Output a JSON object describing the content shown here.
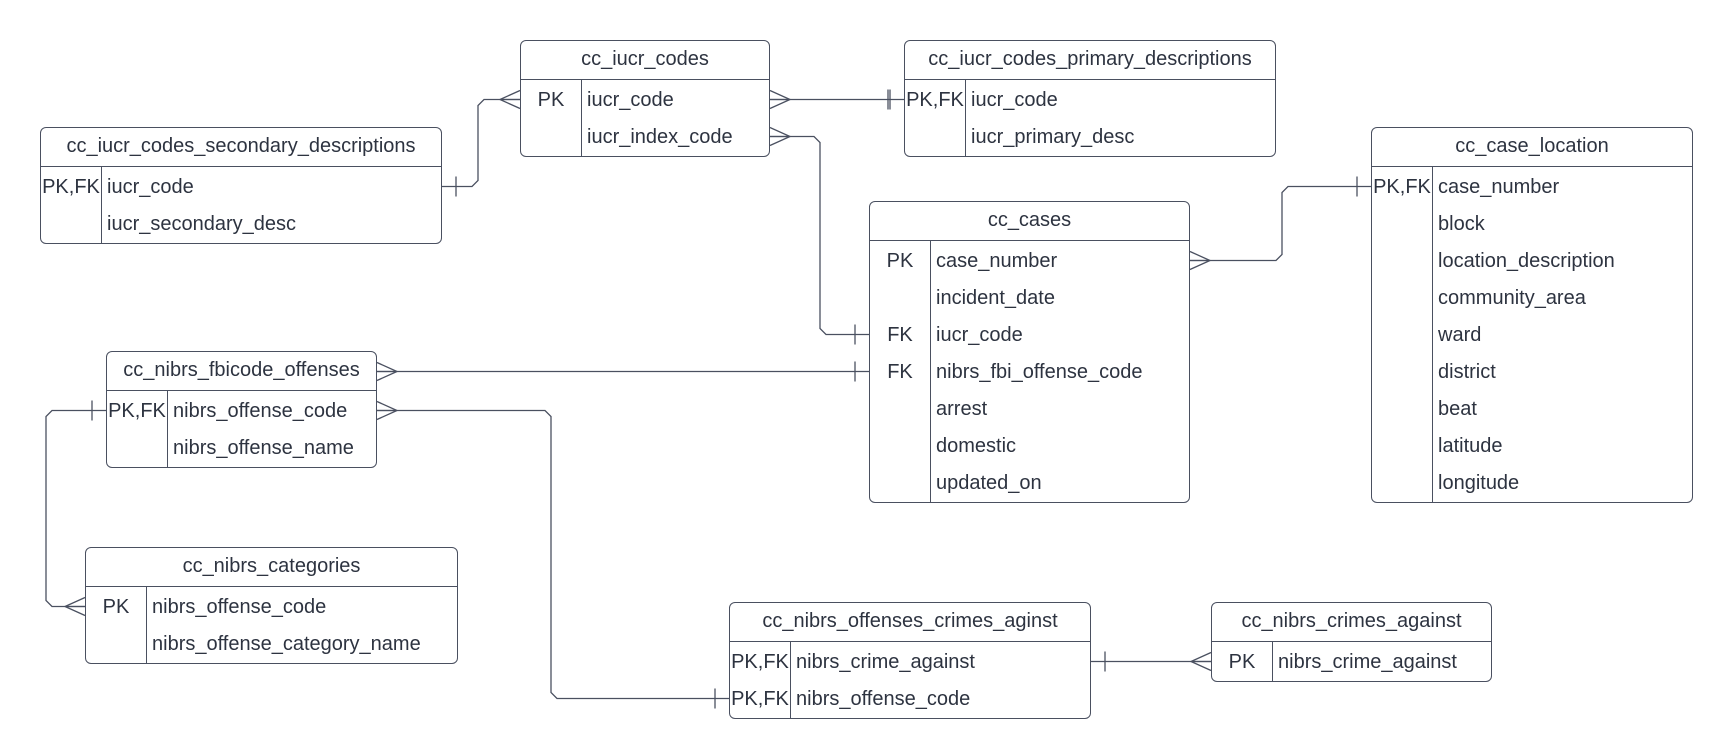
{
  "diagram": {
    "entities": [
      {
        "id": "cc_iucr_codes",
        "title": "cc_iucr_codes",
        "rows": [
          {
            "key": "PK",
            "name": "iucr_code"
          },
          {
            "key": "",
            "name": "iucr_index_code"
          }
        ]
      },
      {
        "id": "cc_iucr_codes_primary_descriptions",
        "title": "cc_iucr_codes_primary_descriptions",
        "rows": [
          {
            "key": "PK,FK",
            "name": "iucr_code"
          },
          {
            "key": "",
            "name": "iucr_primary_desc"
          }
        ]
      },
      {
        "id": "cc_iucr_codes_secondary_descriptions",
        "title": "cc_iucr_codes_secondary_descriptions",
        "rows": [
          {
            "key": "PK,FK",
            "name": "iucr_code"
          },
          {
            "key": "",
            "name": "iucr_secondary_desc"
          }
        ]
      },
      {
        "id": "cc_cases",
        "title": "cc_cases",
        "rows": [
          {
            "key": "PK",
            "name": "case_number"
          },
          {
            "key": "",
            "name": "incident_date"
          },
          {
            "key": "FK",
            "name": "iucr_code"
          },
          {
            "key": "FK",
            "name": "nibrs_fbi_offense_code"
          },
          {
            "key": "",
            "name": "arrest"
          },
          {
            "key": "",
            "name": "domestic"
          },
          {
            "key": "",
            "name": "updated_on"
          }
        ]
      },
      {
        "id": "cc_case_location",
        "title": "cc_case_location",
        "rows": [
          {
            "key": "PK,FK",
            "name": "case_number"
          },
          {
            "key": "",
            "name": "block"
          },
          {
            "key": "",
            "name": "location_description"
          },
          {
            "key": "",
            "name": "community_area"
          },
          {
            "key": "",
            "name": "ward"
          },
          {
            "key": "",
            "name": "district"
          },
          {
            "key": "",
            "name": "beat"
          },
          {
            "key": "",
            "name": "latitude"
          },
          {
            "key": "",
            "name": "longitude"
          }
        ]
      },
      {
        "id": "cc_nibrs_fbicode_offenses",
        "title": "cc_nibrs_fbicode_offenses",
        "rows": [
          {
            "key": "PK,FK",
            "name": "nibrs_offense_code"
          },
          {
            "key": "",
            "name": "nibrs_offense_name"
          }
        ]
      },
      {
        "id": "cc_nibrs_categories",
        "title": "cc_nibrs_categories",
        "rows": [
          {
            "key": "PK",
            "name": "nibrs_offense_code"
          },
          {
            "key": "",
            "name": "nibrs_offense_category_name"
          }
        ]
      },
      {
        "id": "cc_nibrs_offenses_crimes_aginst",
        "title": "cc_nibrs_offenses_crimes_aginst",
        "rows": [
          {
            "key": "PK,FK",
            "name": "nibrs_crime_against"
          },
          {
            "key": "PK,FK",
            "name": "nibrs_offense_code"
          }
        ]
      },
      {
        "id": "cc_nibrs_crimes_against",
        "title": "cc_nibrs_crimes_against",
        "rows": [
          {
            "key": "PK",
            "name": "nibrs_crime_against"
          }
        ]
      }
    ],
    "relationships": [
      {
        "from": "cc_iucr_codes.iucr_code",
        "to": "cc_iucr_codes_primary_descriptions.iucr_code",
        "from_end": "many",
        "to_end": "one"
      },
      {
        "from": "cc_iucr_codes_secondary_descriptions.iucr_code",
        "to": "cc_iucr_codes.iucr_code",
        "from_end": "one",
        "to_end": "many"
      },
      {
        "from": "cc_iucr_codes.iucr_index_code",
        "to": "cc_cases.iucr_code",
        "from_end": "many",
        "to_end": "one"
      },
      {
        "from": "cc_cases.case_number",
        "to": "cc_case_location.case_number",
        "from_end": "many",
        "to_end": "one"
      },
      {
        "from": "cc_nibrs_fbicode_offenses",
        "to": "cc_cases.nibrs_fbi_offense_code",
        "from_end": "many",
        "to_end": "one"
      },
      {
        "from": "cc_nibrs_fbicode_offenses.nibrs_offense_code",
        "to": "cc_nibrs_categories.nibrs_offense_code",
        "from_end": "one",
        "to_end": "many"
      },
      {
        "from": "cc_nibrs_fbicode_offenses.nibrs_offense_code",
        "to": "cc_nibrs_offenses_crimes_aginst.nibrs_offense_code",
        "from_end": "many",
        "to_end": "one"
      },
      {
        "from": "cc_nibrs_offenses_crimes_aginst.nibrs_crime_against",
        "to": "cc_nibrs_crimes_against.nibrs_crime_against",
        "from_end": "one",
        "to_end": "many"
      }
    ],
    "colors": {
      "line": "#4a5060",
      "text": "#2d3340",
      "background": "#ffffff"
    }
  }
}
